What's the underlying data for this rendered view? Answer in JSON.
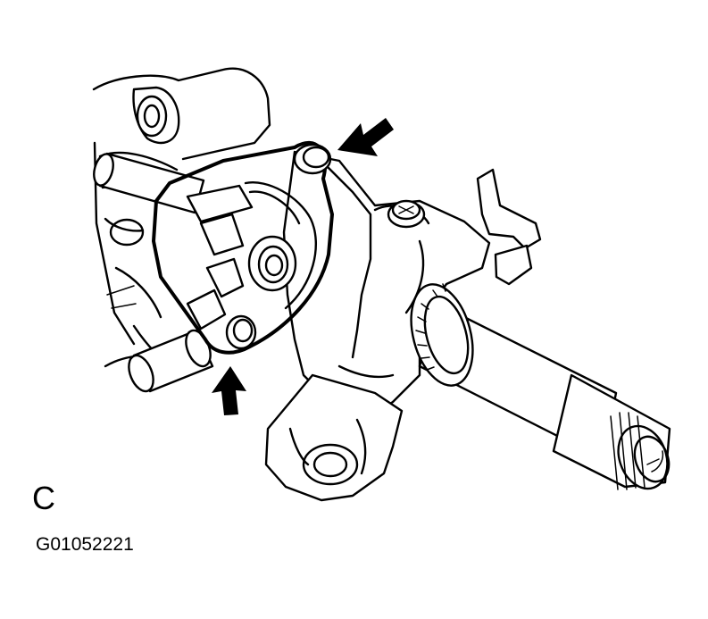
{
  "figure": {
    "view_letter": "C",
    "figure_code": "G01052221",
    "callouts": [
      "arrow-upper-right",
      "arrow-lower-left"
    ]
  }
}
